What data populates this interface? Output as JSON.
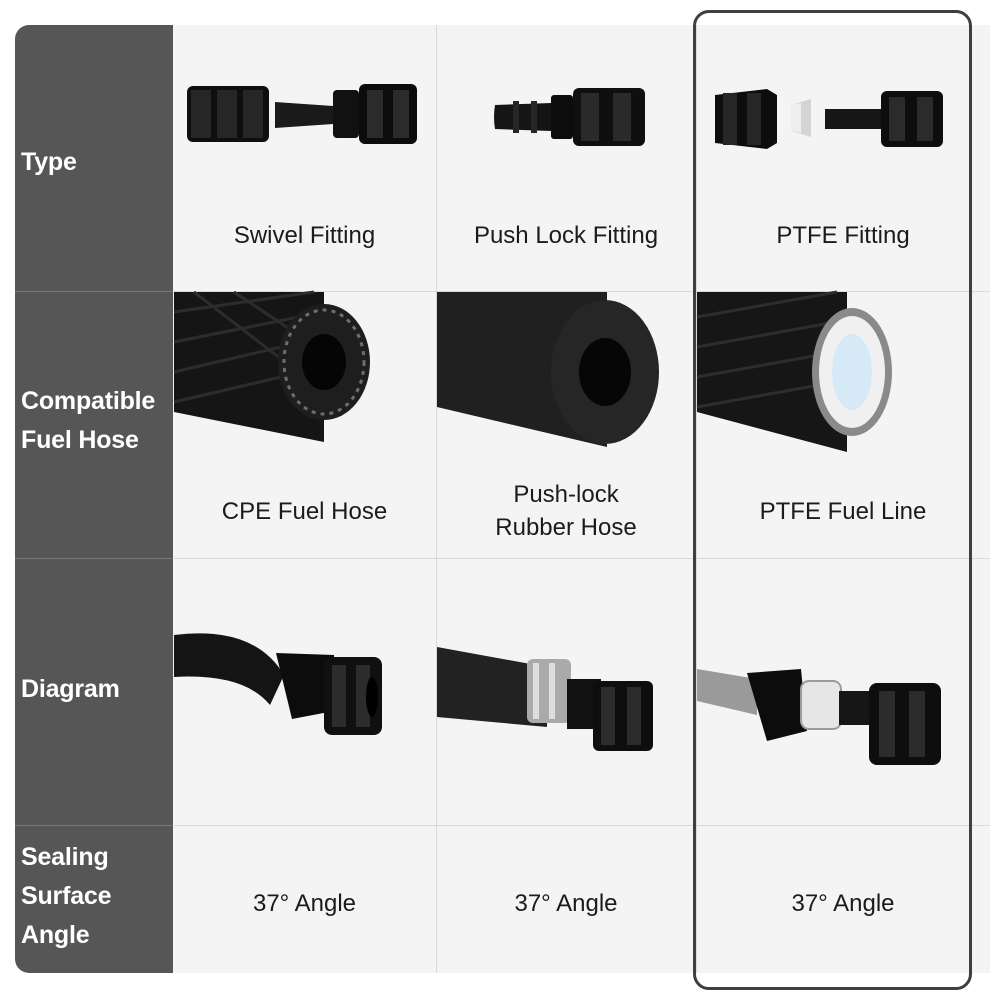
{
  "row_labels": {
    "type": "Type",
    "hose_line1": "Compatible",
    "hose_line2": "Fuel Hose",
    "diagram": "Diagram",
    "sealing_line1": "Sealing",
    "sealing_line2": "Surface",
    "sealing_line3": "Angle"
  },
  "columns": [
    {
      "fitting": "Swivel Fitting",
      "hose": "CPE Fuel Hose",
      "angle": "37° Angle"
    },
    {
      "fitting": "Push Lock Fitting",
      "hose_line1": "Push-lock",
      "hose_line2": "Rubber Hose",
      "angle": "37° Angle"
    },
    {
      "fitting": "PTFE Fitting",
      "hose": "PTFE Fuel Line",
      "angle": "37° Angle"
    }
  ],
  "colors": {
    "label_column": "#565656",
    "cell_background": "#f4f4f4",
    "highlight_border": "#3f3f3f"
  },
  "highlighted_column": "PTFE Fitting"
}
